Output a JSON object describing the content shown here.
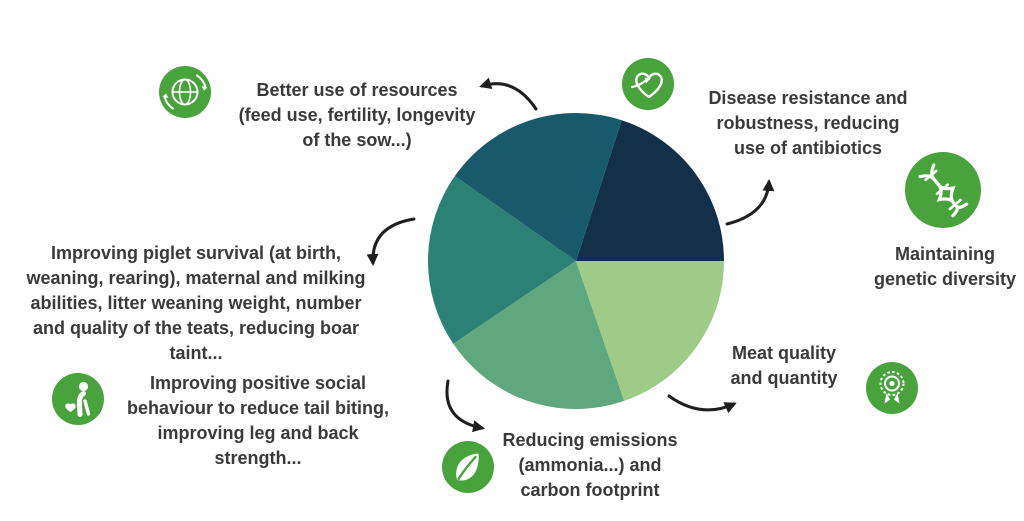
{
  "colors": {
    "icon_green": "#48a33c",
    "text": "#3a3a3a",
    "arrow": "#1f1f1f",
    "background": "#ffffff"
  },
  "chart_data": {
    "type": "pie",
    "start_angle_deg": 0,
    "direction": "counterclockwise",
    "slices": [
      {
        "name": "navy-top-right",
        "angle_deg": 72,
        "share_pct": 20.0,
        "color": "#12304a"
      },
      {
        "name": "dark-teal-top",
        "angle_deg": 73,
        "share_pct": 20.3,
        "color": "#185a6b"
      },
      {
        "name": "teal-left",
        "angle_deg": 69,
        "share_pct": 19.2,
        "color": "#2b8173"
      },
      {
        "name": "green-bottom",
        "angle_deg": 75,
        "share_pct": 20.8,
        "color": "#5fa77e"
      },
      {
        "name": "light-green-bottom-right",
        "angle_deg": 71,
        "share_pct": 19.7,
        "color": "#9ecb88"
      }
    ]
  },
  "callouts": [
    {
      "id": "resources",
      "icon": "globe-cycle-icon",
      "text": "Better use of resources\n(feed use, fertility, longevity\nof the sow...)"
    },
    {
      "id": "disease",
      "icon": "heart-health-icon",
      "text": "Disease resistance and\nrobustness, reducing\nuse of antibiotics"
    },
    {
      "id": "genetic-diversity",
      "icon": "dna-icon",
      "text": "Maintaining\ngenetic diversity"
    },
    {
      "id": "meat-quality",
      "icon": "award-medal-icon",
      "text": "Meat quality\nand quantity"
    },
    {
      "id": "emissions",
      "icon": "leaf-icon",
      "text": "Reducing emissions\n(ammonia...) and\ncarbon footprint"
    },
    {
      "id": "piglet-survival",
      "icon": null,
      "text": "Improving piglet survival (at birth,\nweaning, rearing), maternal and milking\nabilities, litter weaning weight, number\nand quality of the teats, reducing boar\ntaint..."
    },
    {
      "id": "social-behaviour",
      "icon": "person-care-icon",
      "text": "Improving positive social\nbehaviour to reduce tail biting,\nimproving leg and back\nstrength..."
    }
  ]
}
